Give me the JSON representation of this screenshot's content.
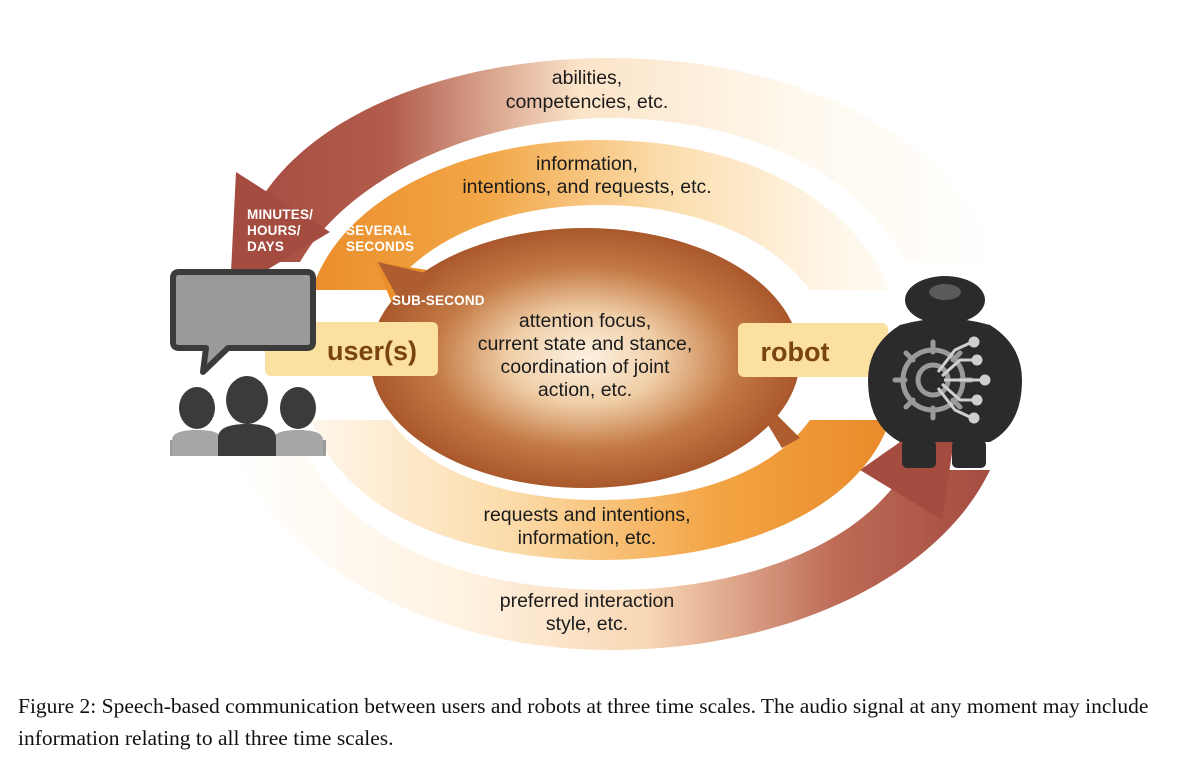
{
  "timescales": {
    "outer": {
      "label_lines": [
        "MINUTES/",
        "HOURS/",
        "DAYS"
      ],
      "top_text": [
        "abilities,",
        "competencies, etc."
      ],
      "bottom_text": [
        "preferred interaction",
        "style, etc."
      ],
      "color": "#b0534a"
    },
    "middle": {
      "label_lines": [
        "SEVERAL",
        "SECONDS"
      ],
      "top_text": [
        "information,",
        "intentions, and requests, etc."
      ],
      "bottom_text": [
        "requests and intentions,",
        "information, etc."
      ],
      "color": "#f0a03a"
    },
    "inner": {
      "label_lines": [
        "SUB-SECOND"
      ],
      "center_text": [
        "attention focus,",
        "current state and stance,",
        "coordination of joint",
        "action, etc."
      ],
      "color": "#ad5d30"
    }
  },
  "parties": {
    "user": "user(s)",
    "robot": "robot",
    "badge_color": "#fbe0a0"
  },
  "icons": {
    "user": "users-speech-bubble-icon",
    "robot": "robot-gear-circuit-icon"
  },
  "caption": "Figure 2: Speech-based communication between users and robots at three time scales. The audio signal at any moment may include information relating to all three time scales."
}
